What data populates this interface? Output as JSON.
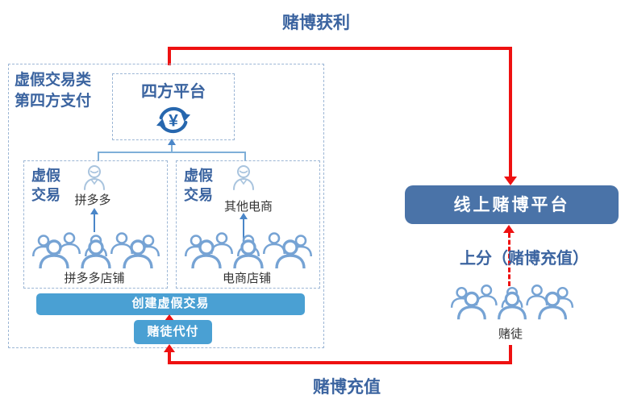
{
  "flows": {
    "profit": "赌博获利",
    "recharge": "赌博充值",
    "topup": "上分（赌博充值）"
  },
  "fourth_party": {
    "title_line1": "虚假交易类",
    "title_line2": "第四方支付",
    "platform": "四方平台",
    "platform_icon": "yuan-cycle-icon",
    "channels": [
      {
        "fake_line1": "虚假",
        "fake_line2": "交易",
        "merchant": "拼多多",
        "shops": "拼多多店铺"
      },
      {
        "fake_line1": "虚假",
        "fake_line2": "交易",
        "merchant": "其他电商",
        "shops": "电商店铺"
      }
    ],
    "create_bar": "创建虚假交易",
    "pay_box": "赌徒代付"
  },
  "gambling": {
    "platform": "线上赌博平台",
    "gamblers": "赌徒"
  },
  "colors": {
    "flow_red": "#ee1111",
    "label_blue": "#3b64a0",
    "platform_box_blue": "#4a73a8",
    "action_bar_blue": "#4aa0d3",
    "crowd_blue": "#76a3d4",
    "avatar_blue": "#a9c4de",
    "icon_blue": "#2767ae",
    "dashed_border": "#9cb6d5",
    "connector_blue": "#7fafd8"
  }
}
